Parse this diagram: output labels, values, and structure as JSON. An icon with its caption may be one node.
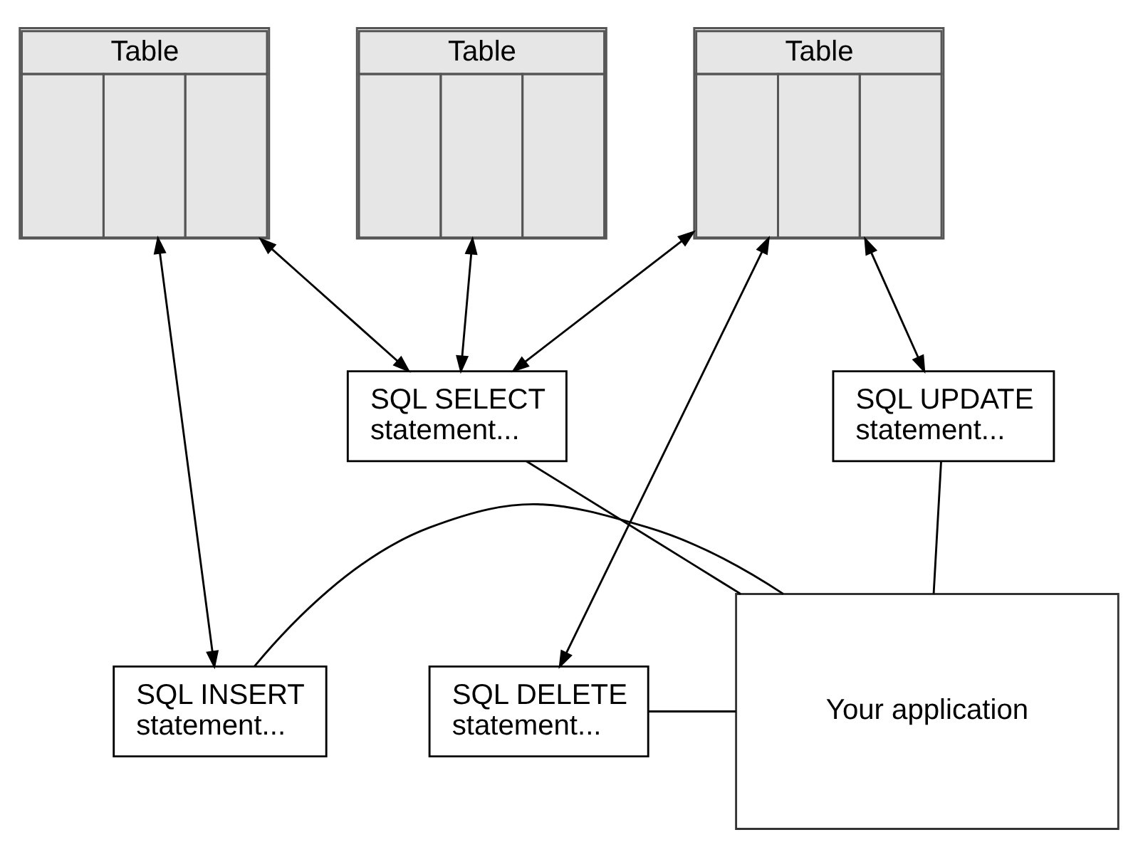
{
  "diagram": {
    "nodes": [
      {
        "text": [
          "Table"
        ]
      },
      {
        "text": [
          "Table"
        ]
      },
      {
        "text": [
          "Table"
        ]
      },
      {
        "text": [
          "SQL SELECT statement..."
        ]
      },
      {
        "text": [
          "SQL UPDATE statement..."
        ]
      },
      {
        "text": [
          "Your application"
        ]
      },
      {
        "text": [
          "SQL DELETE statement..."
        ]
      },
      {
        "text": [
          "SQL INSERT statement..."
        ]
      }
    ],
    "edges": [
      {
        "from": 0,
        "to": 7,
        "arrow": "both"
      },
      {
        "from": 0,
        "to": 3,
        "arrow": "both"
      },
      {
        "from": 1,
        "to": 3,
        "arrow": "both"
      },
      {
        "from": 2,
        "to": 3,
        "arrow": "both"
      },
      {
        "from": 2,
        "to": 4,
        "arrow": "both"
      },
      {
        "from": 2,
        "to": 6,
        "arrow": "both"
      },
      {
        "from": 3,
        "to": 5,
        "arrow": "none"
      },
      {
        "from": 4,
        "to": 5,
        "arrow": "none"
      },
      {
        "from": 6,
        "to": 5,
        "arrow": "none"
      },
      {
        "from": 7,
        "to": 5,
        "arrow": "none"
      }
    ]
  }
}
